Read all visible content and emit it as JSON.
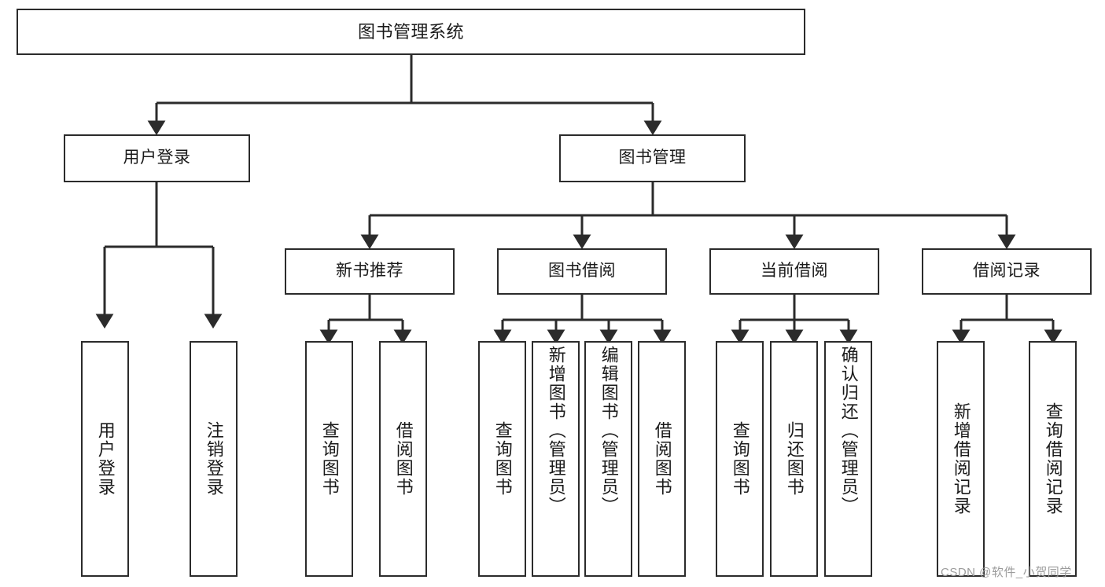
{
  "diagram": {
    "type": "tree-hierarchy-chart",
    "title": "图书管理系统",
    "stroke_color": "#2b2b2b",
    "background_color": "#ffffff",
    "text_color": "#1a1a1a",
    "levels": [
      {
        "level": 1,
        "nodes": [
          {
            "id": "root",
            "label": "图书管理系统",
            "orientation": "horizontal"
          }
        ]
      },
      {
        "level": 2,
        "nodes": [
          {
            "id": "user-login",
            "label": "用户登录",
            "orientation": "horizontal",
            "parent": "root"
          },
          {
            "id": "book-manage",
            "label": "图书管理",
            "orientation": "horizontal",
            "parent": "root"
          }
        ]
      },
      {
        "level": 3,
        "nodes": [
          {
            "id": "new-book-rec",
            "label": "新书推荐",
            "orientation": "horizontal",
            "parent": "book-manage"
          },
          {
            "id": "book-borrow",
            "label": "图书借阅",
            "orientation": "horizontal",
            "parent": "book-manage"
          },
          {
            "id": "current-borrow",
            "label": "当前借阅",
            "orientation": "horizontal",
            "parent": "book-manage"
          },
          {
            "id": "borrow-record",
            "label": "借阅记录",
            "orientation": "horizontal",
            "parent": "book-manage"
          }
        ]
      },
      {
        "level": 4,
        "nodes": [
          {
            "id": "leaf-user-login",
            "label": "用户登录",
            "orientation": "vertical",
            "parent": "user-login"
          },
          {
            "id": "leaf-logout",
            "label": "注销登录",
            "orientation": "vertical",
            "parent": "user-login"
          },
          {
            "id": "leaf-rec-query",
            "label": "查询图书",
            "orientation": "vertical",
            "parent": "new-book-rec"
          },
          {
            "id": "leaf-rec-borrow",
            "label": "借阅图书",
            "orientation": "vertical",
            "parent": "new-book-rec"
          },
          {
            "id": "leaf-borrow-query",
            "label": "查询图书",
            "orientation": "vertical",
            "parent": "book-borrow"
          },
          {
            "id": "leaf-borrow-add",
            "label": "新增图书（管理员）",
            "orientation": "vertical",
            "parent": "book-borrow"
          },
          {
            "id": "leaf-borrow-edit",
            "label": "编辑图书（管理员）",
            "orientation": "vertical",
            "parent": "book-borrow"
          },
          {
            "id": "leaf-borrow-do",
            "label": "借阅图书",
            "orientation": "vertical",
            "parent": "book-borrow"
          },
          {
            "id": "leaf-cur-query",
            "label": "查询图书",
            "orientation": "vertical",
            "parent": "current-borrow"
          },
          {
            "id": "leaf-cur-return",
            "label": "归还图书",
            "orientation": "vertical",
            "parent": "current-borrow"
          },
          {
            "id": "leaf-cur-confirm",
            "label": "确认归还（管理员）",
            "orientation": "vertical",
            "parent": "current-borrow"
          },
          {
            "id": "leaf-rec-add",
            "label": "新增借阅记录",
            "orientation": "vertical",
            "parent": "borrow-record"
          },
          {
            "id": "leaf-rec-search",
            "label": "查询借阅记录",
            "orientation": "vertical",
            "parent": "borrow-record"
          }
        ]
      }
    ]
  },
  "watermark": {
    "text": "CSDN @软件_小贺同学"
  }
}
